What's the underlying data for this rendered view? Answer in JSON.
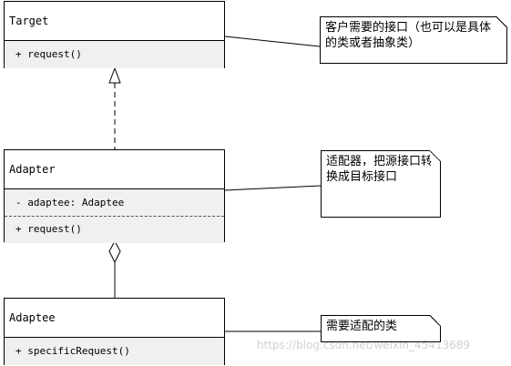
{
  "classes": {
    "target": {
      "name": "Target",
      "methods": [
        "+ request()"
      ]
    },
    "adapter": {
      "name": "Adapter",
      "attributes": [
        "- adaptee: Adaptee"
      ],
      "methods": [
        "+ request()"
      ]
    },
    "adaptee": {
      "name": "Adaptee",
      "methods": [
        "+ specificRequest()"
      ]
    }
  },
  "notes": {
    "target": "客户需要的接口（也可以是具体的类或者抽象类）",
    "adapter": "适配器，把源接口转换成目标接口",
    "adaptee": "需要适配的类"
  },
  "watermark": "https://blog.csdn.net/weixin_45413689"
}
